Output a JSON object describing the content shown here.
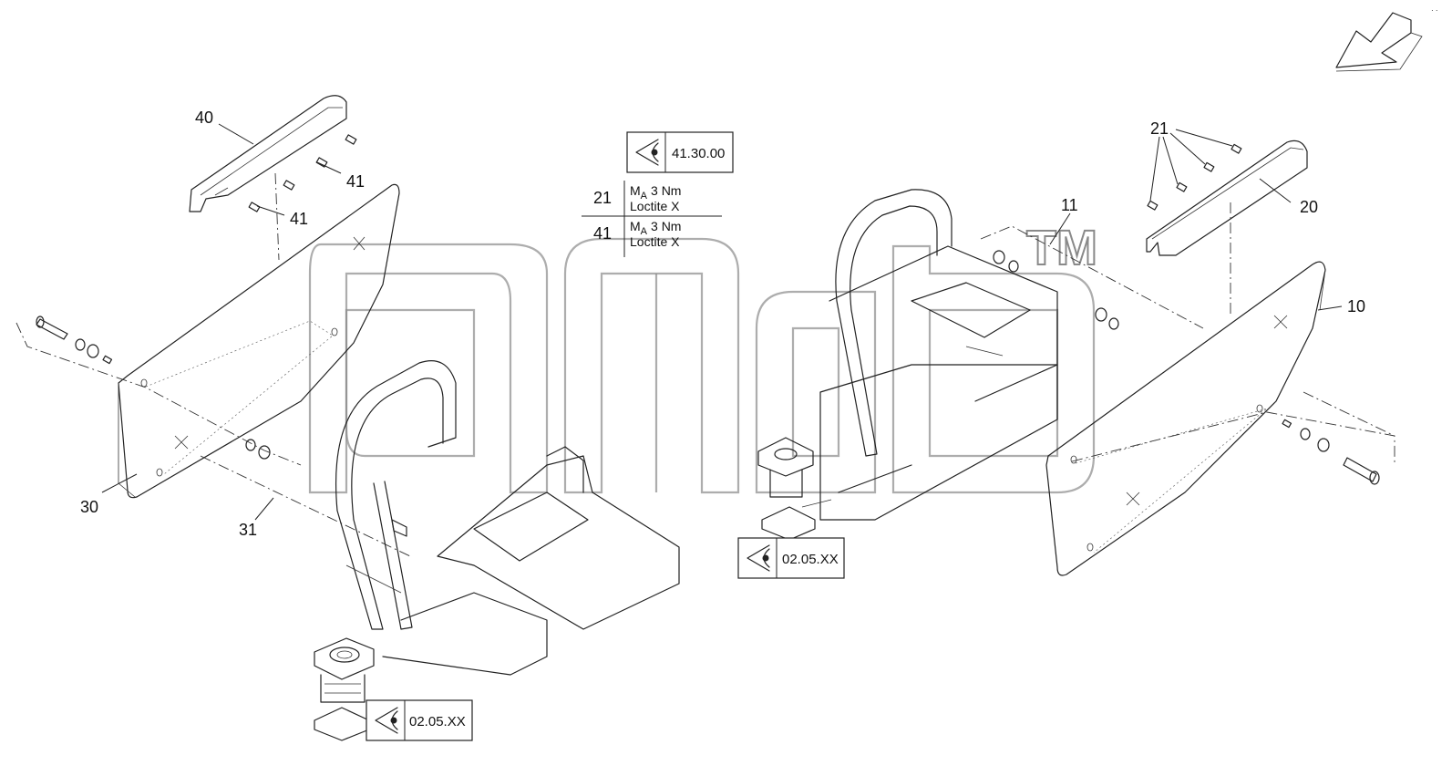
{
  "diagram": {
    "callouts": [
      {
        "id": "c40",
        "text": "40"
      },
      {
        "id": "c41a",
        "text": "41"
      },
      {
        "id": "c41b",
        "text": "41"
      },
      {
        "id": "c30",
        "text": "30"
      },
      {
        "id": "c31",
        "text": "31"
      },
      {
        "id": "c21",
        "text": "21"
      },
      {
        "id": "c20",
        "text": "20"
      },
      {
        "id": "c11",
        "text": "11"
      },
      {
        "id": "c10",
        "text": "10"
      }
    ],
    "references": {
      "top": "41.30.00",
      "right_seat": "02.05.XX",
      "left_seat": "02.05.XX"
    },
    "torque_table": [
      {
        "item": "21",
        "torque_symbol": "M",
        "torque_sub": "A",
        "torque_value": "3 Nm",
        "compound": "Loctite X"
      },
      {
        "item": "41",
        "torque_symbol": "M",
        "torque_sub": "A",
        "torque_value": "3 Nm",
        "compound": "Loctite X"
      }
    ],
    "watermark": {
      "trademark": "TM"
    },
    "icons": [
      "view-eye-icon",
      "direction-arrow-icon"
    ]
  }
}
